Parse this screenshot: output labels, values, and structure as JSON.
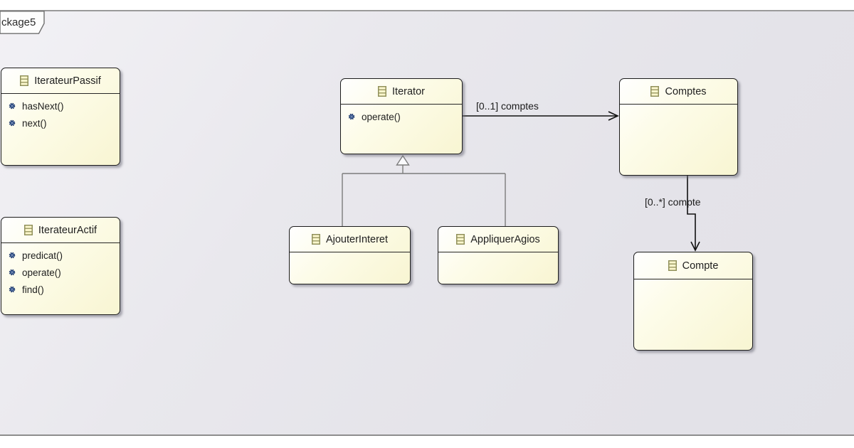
{
  "tab": {
    "label": "ckage5"
  },
  "classes": [
    {
      "name": "IterateurPassif",
      "operations": [
        "hasNext()",
        "next()"
      ]
    },
    {
      "name": "IterateurActif",
      "operations": [
        "predicat()",
        "operate()",
        "find()"
      ]
    },
    {
      "name": "Iterator",
      "operations": [
        "operate()"
      ]
    },
    {
      "name": "AjouterInteret",
      "operations": []
    },
    {
      "name": "AppliquerAgios",
      "operations": []
    },
    {
      "name": "Comptes",
      "operations": []
    },
    {
      "name": "Compte",
      "operations": []
    }
  ],
  "relations": {
    "iterator_to_comptes": {
      "type": "directed-association",
      "label": "[0..1] comptes"
    },
    "comptes_to_compte": {
      "type": "directed-association",
      "label": "[0..*] compte"
    },
    "generalizations": [
      {
        "from": "AjouterInteret",
        "to": "Iterator"
      },
      {
        "from": "AppliquerAgios",
        "to": "Iterator"
      }
    ]
  },
  "colors": {
    "canvas": "#e4e3e9",
    "class_fill": "#f8f5d2",
    "class_border": "#1c1c1c",
    "association_line": "#111111",
    "generalization_line": "#7c7c7c",
    "gear_icon_blue": "#39589c",
    "class_icon_olive": "#90905a"
  }
}
